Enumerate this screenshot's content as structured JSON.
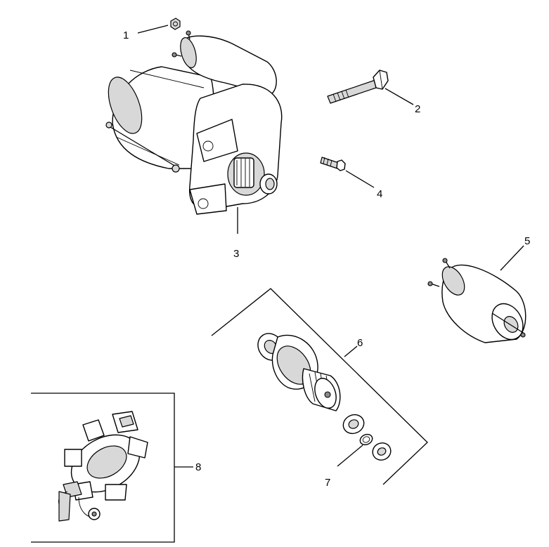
{
  "callouts": {
    "c1": "1",
    "c2": "2",
    "c3": "3",
    "c4": "4",
    "c5": "5",
    "c6": "6",
    "c7": "7",
    "c8": "8"
  },
  "parts": [
    {
      "callout": "1",
      "icon": "nut-icon"
    },
    {
      "callout": "2",
      "icon": "long-bolt-icon"
    },
    {
      "callout": "3",
      "icon": "starter-motor-icon"
    },
    {
      "callout": "4",
      "icon": "short-bolt-icon"
    },
    {
      "callout": "5",
      "icon": "solenoid-icon"
    },
    {
      "callout": "6",
      "icon": "drive-gear-kit-icon"
    },
    {
      "callout": "7",
      "icon": "retaining-ring-icon"
    },
    {
      "callout": "8",
      "icon": "brush-holder-icon"
    }
  ]
}
